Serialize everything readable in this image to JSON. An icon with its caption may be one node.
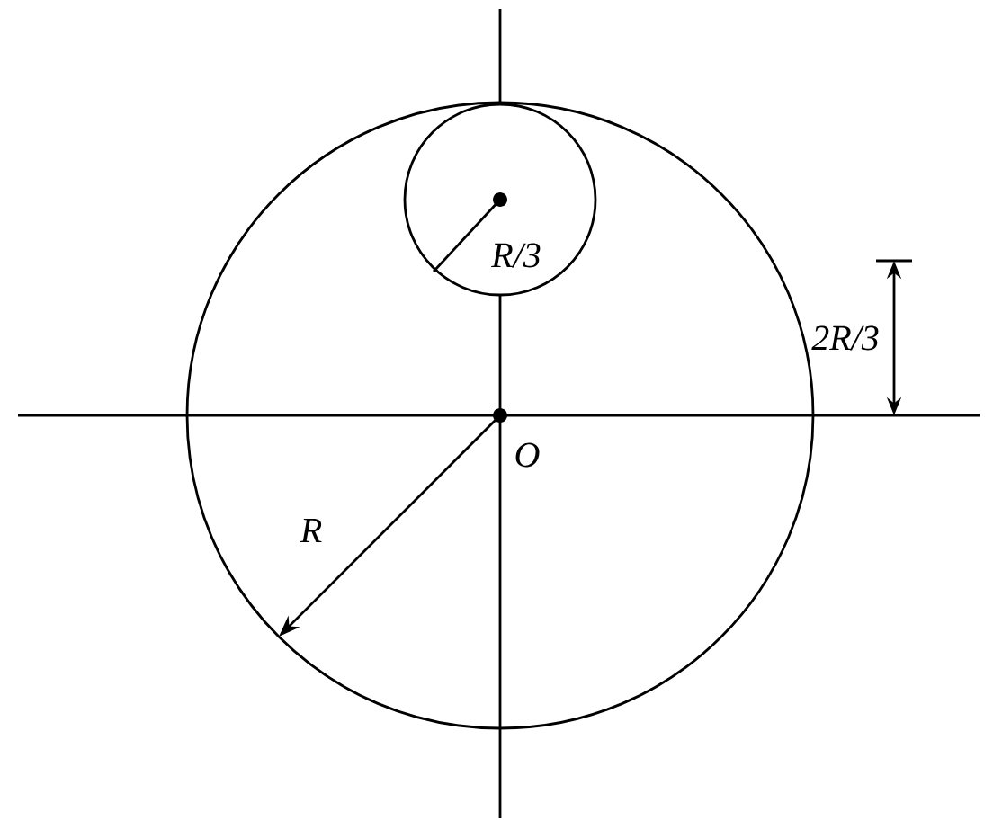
{
  "diagram": {
    "labels": [
      "R/3",
      "2R/3",
      "O",
      "R"
    ]
  }
}
